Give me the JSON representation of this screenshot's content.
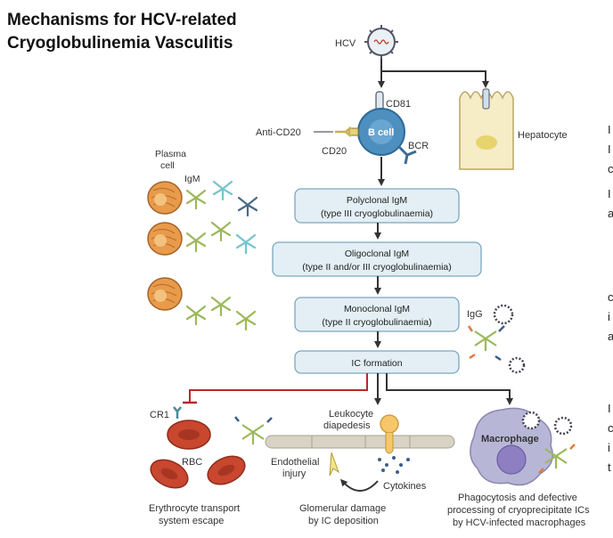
{
  "title": {
    "line1": "Mechanisms for HCV-related",
    "line2": "Cryoglobulinemia Vasculitis"
  },
  "labels": {
    "hcv": "HCV",
    "cd81": "CD81",
    "anti_cd20": "Anti-CD20",
    "cd20": "CD20",
    "b_cell": "B cell",
    "bcr": "BCR",
    "hepatocyte": "Hepatocyte",
    "plasma_cell_1": "Plasma",
    "plasma_cell_2": "cell",
    "igm": "IgM",
    "igg": "IgG",
    "cr1": "CR1",
    "rbc": "RBC",
    "leukocyte_1": "Leukocyte",
    "leukocyte_2": "diapedesis",
    "endothelial_1": "Endothelial",
    "endothelial_2": "injury",
    "cytokines": "Cytokines",
    "macrophage": "Macrophage"
  },
  "boxes": {
    "polyclonal": {
      "line1": "Polyclonal IgM",
      "line2": "(type III cryoglobulinaemia)"
    },
    "oligoclonal": {
      "line1": "Oligoclonal IgM",
      "line2": "(type II and/or III cryoglobulinaemia)"
    },
    "monoclonal": {
      "line1": "Monoclonal IgM",
      "line2": "(type II cryoglobulinaemia)"
    },
    "ic_formation": "IC formation"
  },
  "outcomes": {
    "erythrocyte": {
      "line1": "Erythrocyte transport",
      "line2": "system escape"
    },
    "glomerular": {
      "line1": "Glomerular damage",
      "line2": "by IC deposition"
    },
    "phagocytosis": {
      "line1": "Phagocytosis and defective",
      "line2": "processing of cryoprecipitate ICs",
      "line3": "by HCV-infected macrophages"
    }
  },
  "cutoff_letters": [
    "I",
    "I",
    "c",
    "I",
    "a",
    "c",
    "i",
    "a",
    "I",
    "c",
    "i",
    "t"
  ],
  "colors": {
    "box_fill": "#e3eff5",
    "box_stroke": "#7aa8be",
    "b_cell": "#4d8fbf",
    "hepatocyte": "#f6ecc6",
    "plasma": "#e89b4a",
    "rbc": "#c9462f",
    "macrophage": "#b8b6d6",
    "arrow": "#333333",
    "red_arrow": "#b52a2a"
  }
}
